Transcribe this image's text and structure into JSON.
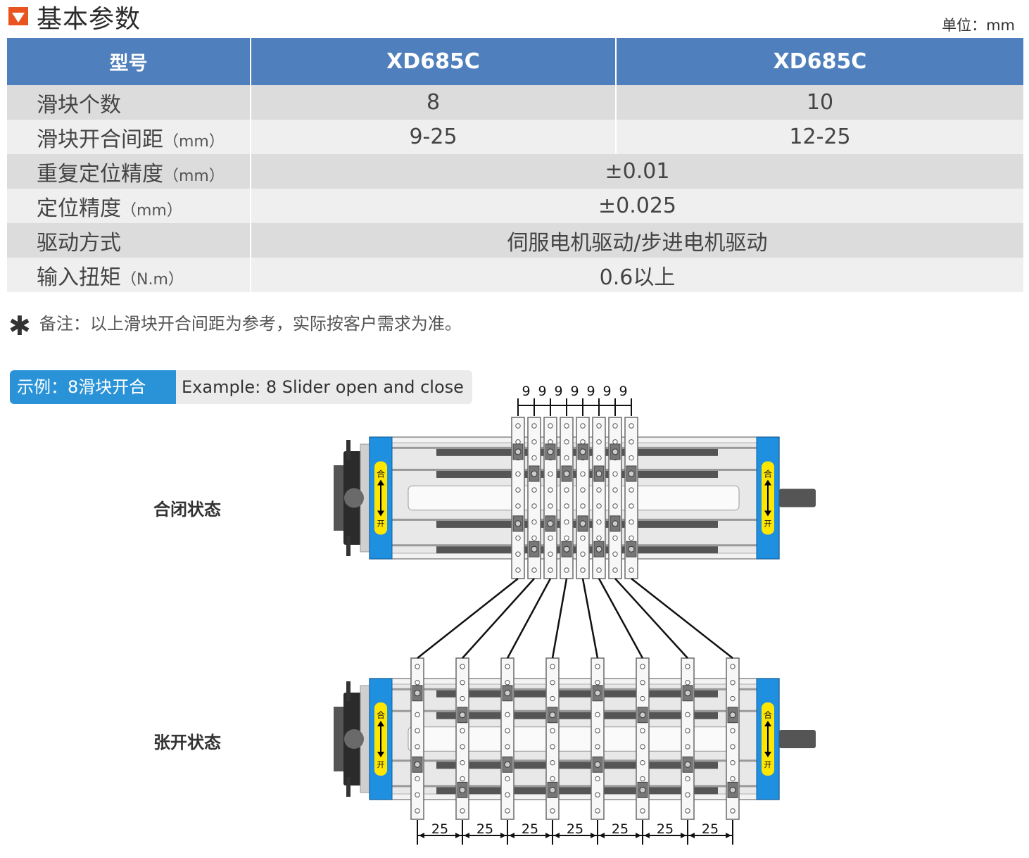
{
  "header": {
    "title": "基本参数",
    "unit": "单位：mm"
  },
  "table": {
    "headers": [
      "型号",
      "XD685C",
      "XD685C"
    ],
    "rows": [
      {
        "label": "滑块个数",
        "suffix": "",
        "v1": "8",
        "v2": "10"
      },
      {
        "label": "滑块开合间距",
        "suffix": "（mm）",
        "v1": "9-25",
        "v2": "12-25"
      },
      {
        "label": "重复定位精度",
        "suffix": "（mm）",
        "span": "±0.01"
      },
      {
        "label": "定位精度",
        "suffix": "（mm）",
        "span": "±0.025"
      },
      {
        "label": "驱动方式",
        "suffix": "",
        "span": "伺服电机驱动/步进电机驱动"
      },
      {
        "label": "输入扭矩",
        "suffix": "（N.m）",
        "span": "0.6以上"
      }
    ]
  },
  "note": {
    "star": "✱",
    "text": "备注：以上滑块开合间距为参考，实际按客户需求为准。"
  },
  "example": {
    "cn": "示例：8滑块开合",
    "en": "Example: 8 Slider open and close"
  },
  "diagram": {
    "closed_label": "合闭状态",
    "open_label": "张开状态",
    "closed_pitch": "9",
    "open_pitch": "25",
    "closed_pitch_count": 7,
    "open_pitch_count": 7,
    "slider_count": 8,
    "end_cap_top": "合",
    "end_cap_bottom": "开",
    "colors": {
      "header_blue": "#4f7fbd",
      "end_cap_blue": "#1f8fe0",
      "label_yellow": "#ffe600",
      "accent_orange": "#e8531f"
    }
  }
}
